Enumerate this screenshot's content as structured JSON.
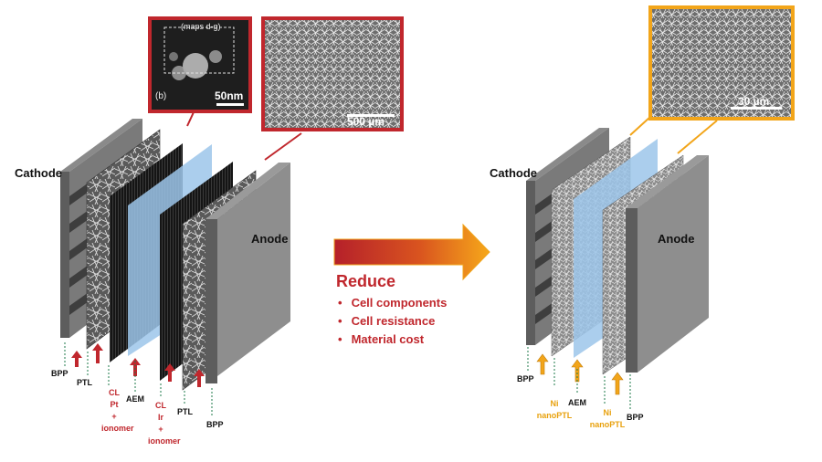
{
  "left": {
    "cathode": "Cathode",
    "anode": "Anode",
    "inset_small": {
      "caption": "(maps d-g)",
      "panel": "(b)",
      "scale": "50nm"
    },
    "inset_large": {
      "scale": "500 µm"
    },
    "labels": {
      "bpp_left": "BPP",
      "ptl_left": "PTL",
      "cl_cathode": [
        "CL",
        "Pt",
        "+",
        "ionomer"
      ],
      "aem": "AEM",
      "cl_anode": [
        "CL",
        "Ir",
        "+",
        "ionomer"
      ],
      "ptl_right": "PTL",
      "bpp_right": "BPP"
    }
  },
  "middle": {
    "title": "Reduce",
    "items": [
      "Cell components",
      "Cell resistance",
      "Material cost"
    ]
  },
  "right": {
    "cathode": "Cathode",
    "anode": "Anode",
    "inset": {
      "scale": "30 µm"
    },
    "labels": {
      "bpp_left": "BPP",
      "ni_left": [
        "Ni",
        "nanoPTL"
      ],
      "aem": "AEM",
      "ni_right": [
        "Ni",
        "nanoPTL"
      ],
      "bpp_right": "BPP"
    }
  },
  "colors": {
    "red": "#c0272d",
    "orange": "#f2a51a",
    "gray": "#7a7a7a",
    "blue": "#9cc6ea"
  }
}
